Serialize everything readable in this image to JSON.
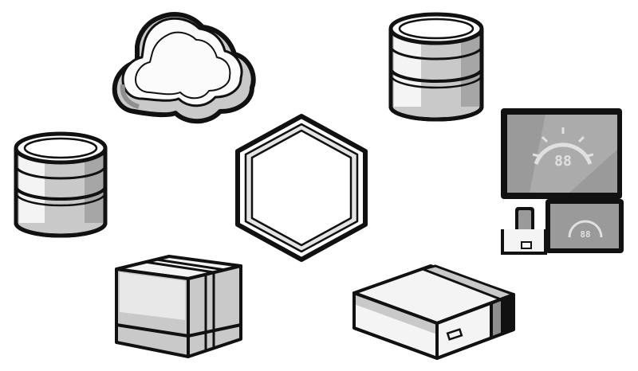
{
  "diagram": {
    "background": "#ffffff",
    "palette": {
      "outline": "#111111",
      "light": "#f4f4f4",
      "mid": "#c9c9c9",
      "dark": "#8f8f8f",
      "screen": "#9a9a9a"
    },
    "icons": [
      {
        "name": "cloud-icon",
        "kind": "cloud"
      },
      {
        "name": "database-icon-top",
        "kind": "database"
      },
      {
        "name": "database-icon-left",
        "kind": "database"
      },
      {
        "name": "hexagon-icon",
        "kind": "hexagon"
      },
      {
        "name": "monitor-devices-icon",
        "kind": "devices"
      },
      {
        "name": "server-rack-icon",
        "kind": "rack"
      },
      {
        "name": "storage-box-icon",
        "kind": "box"
      }
    ],
    "display": {
      "screen_readout": "88",
      "tablet_readout": "88"
    }
  }
}
